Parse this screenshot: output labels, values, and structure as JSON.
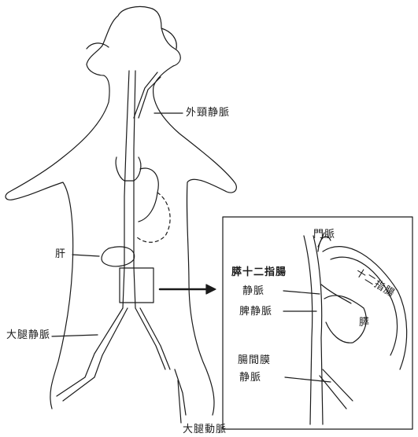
{
  "labels": {
    "external_jugular_vein": "外頸静脈",
    "liver": "肝",
    "femoral_vein": "大腿静脈",
    "femoral_artery": "大腿動脈",
    "portal_vein": "門脈",
    "pancreatic_duodenal_vein_line1": "膵十二指腸",
    "pancreatic_duodenal_vein_line2": "静脈",
    "splenic_vein": "脾静脈",
    "mesenteric_vein_line1": "腸間膜",
    "mesenteric_vein_line2": "静脈",
    "duodenum": "十二指腸",
    "pancreas": "膵"
  }
}
